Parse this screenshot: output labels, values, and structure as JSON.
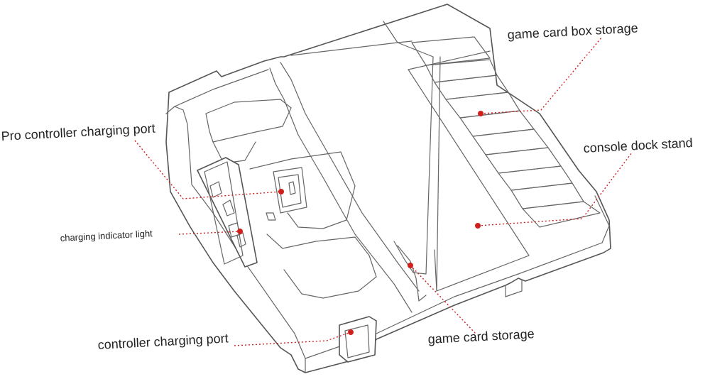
{
  "labels": {
    "game_card_box_storage": "game card box storage",
    "pro_controller_charging_port": "Pro controller charging port",
    "console_dock_stand": "console  dock stand",
    "charging_indicator_light": "charging indicator light",
    "controller_charging_port": "controller charging port",
    "game_card_storage": "game card storage"
  },
  "colors": {
    "leader_line": "#c22",
    "marker_dot": "#d0201c",
    "outline": "#555555"
  }
}
